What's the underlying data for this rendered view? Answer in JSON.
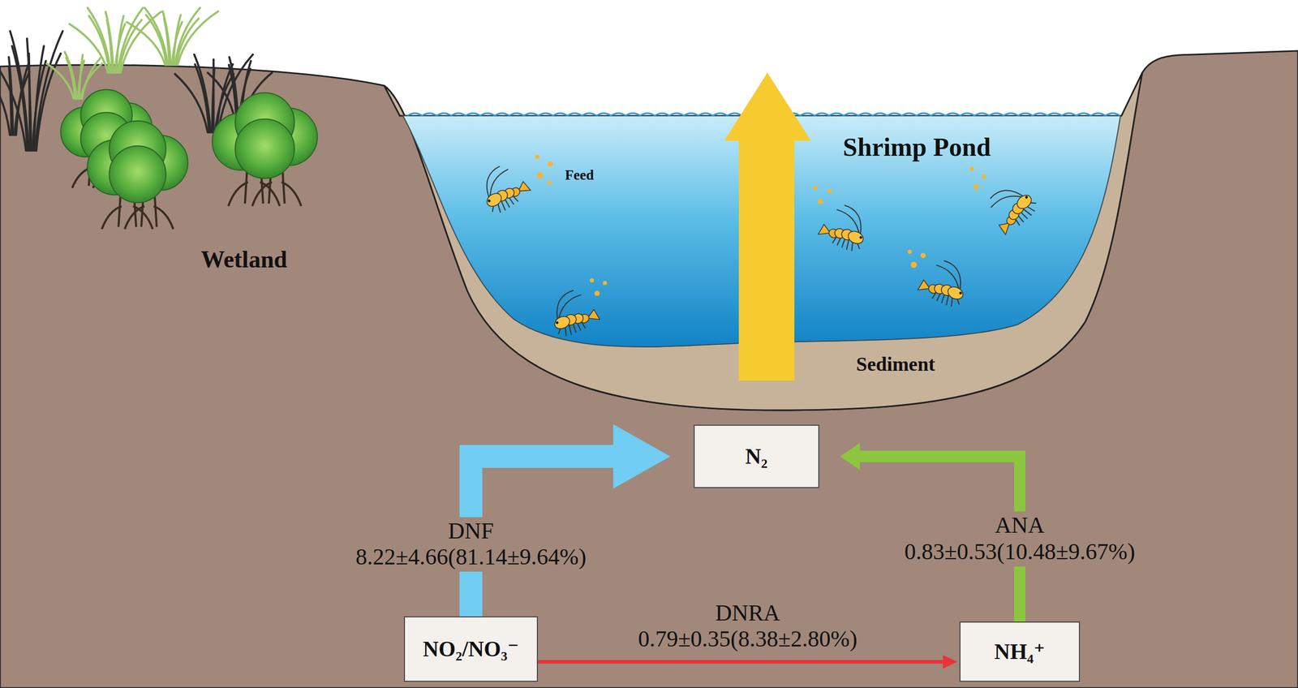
{
  "diagram": {
    "nodes": [
      {
        "text": [
          "N₂"
        ]
      },
      {
        "text": [
          "NO₂/NO₃⁻"
        ]
      },
      {
        "text": [
          "NH₄⁺"
        ]
      }
    ],
    "edges": [
      {
        "from": 1,
        "to": 0,
        "arrow": "to",
        "label": "DNF 8.22±4.66(81.14±9.64%)"
      },
      {
        "from": 2,
        "to": 0,
        "arrow": "to",
        "label": "ANA 0.83±0.53(10.48±9.67%)"
      },
      {
        "from": 1,
        "to": 2,
        "arrow": "to",
        "label": "DNRA 0.79±0.35(8.38±2.80%)"
      }
    ],
    "labels": [
      "Wetland",
      "Shrimp Pond",
      "Feed",
      "Sediment"
    ]
  }
}
